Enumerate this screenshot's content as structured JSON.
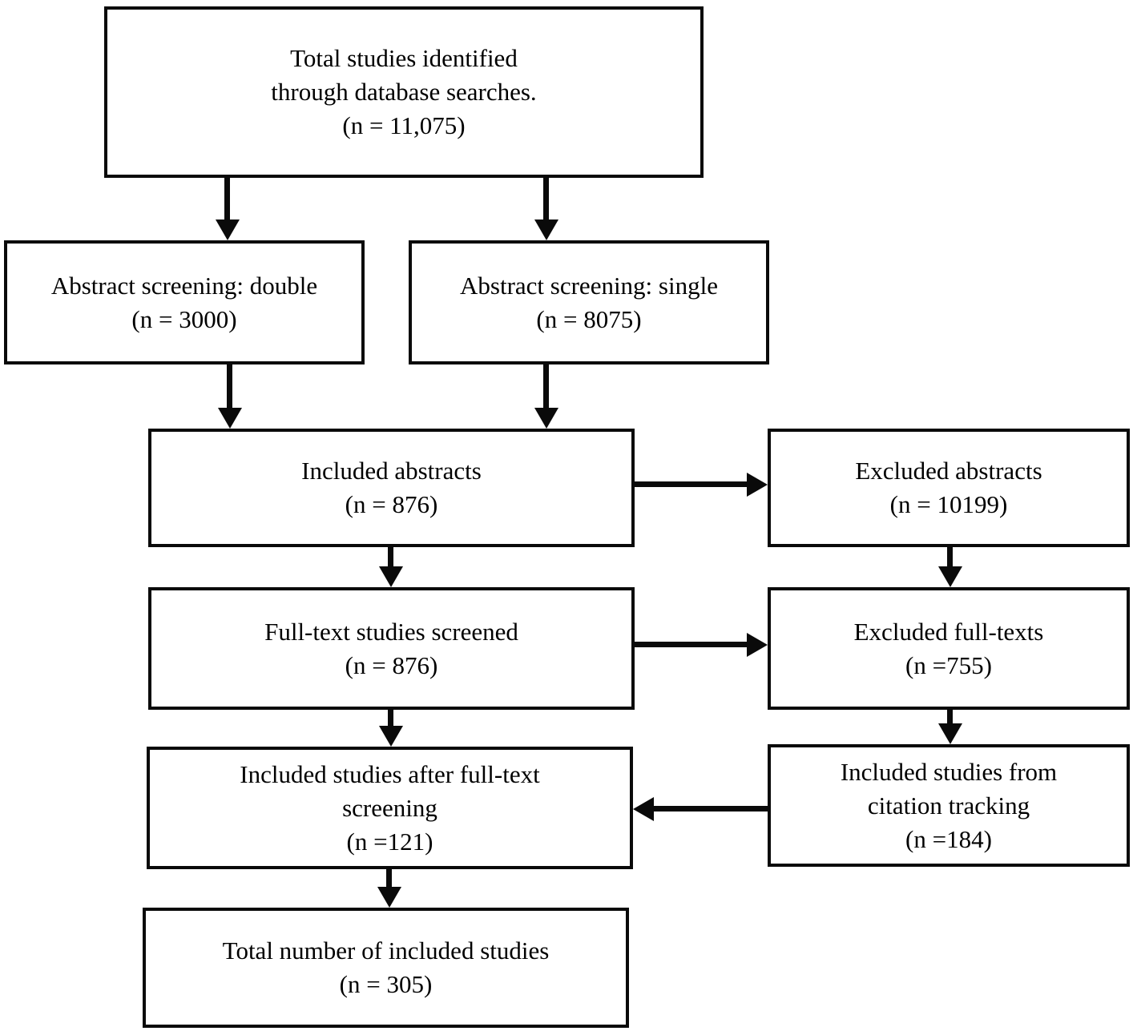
{
  "diagram": {
    "type": "flowchart",
    "style": {
      "box_border_color": "#0a0a0a",
      "box_fill_color": "#ffffff",
      "arrow_color": "#0a0a0a",
      "text_color": "#000000"
    },
    "nodes": {
      "total_identified": {
        "lines": [
          "Total studies identified",
          "through database searches.",
          "(n = 11,075)"
        ]
      },
      "abstract_screening_double": {
        "lines": [
          "Abstract screening: double",
          "(n = 3000)"
        ]
      },
      "abstract_screening_single": {
        "lines": [
          "Abstract screening: single",
          "(n = 8075)"
        ]
      },
      "included_abstracts": {
        "lines": [
          "Included abstracts",
          "(n = 876)"
        ]
      },
      "excluded_abstracts": {
        "lines": [
          "Excluded abstracts",
          "(n = 10199)"
        ]
      },
      "fulltext_screened": {
        "lines": [
          "Full-text studies screened",
          "(n = 876)"
        ]
      },
      "excluded_fulltexts": {
        "lines": [
          "Excluded full-texts",
          "(n =755)"
        ]
      },
      "included_after_fulltext": {
        "lines": [
          "Included studies after full-text",
          "screening",
          "(n =121)"
        ]
      },
      "included_citation_tracking": {
        "lines": [
          "Included studies from",
          "citation tracking",
          "(n =184)"
        ]
      },
      "total_included": {
        "lines": [
          "Total number of included studies",
          "(n = 305)"
        ]
      }
    },
    "edges": [
      {
        "from": "total_identified",
        "to": "abstract_screening_double",
        "direction": "down"
      },
      {
        "from": "total_identified",
        "to": "abstract_screening_single",
        "direction": "down"
      },
      {
        "from": "abstract_screening_double",
        "to": "included_abstracts",
        "direction": "down"
      },
      {
        "from": "abstract_screening_single",
        "to": "included_abstracts",
        "direction": "down"
      },
      {
        "from": "included_abstracts",
        "to": "excluded_abstracts",
        "direction": "right"
      },
      {
        "from": "included_abstracts",
        "to": "fulltext_screened",
        "direction": "down"
      },
      {
        "from": "excluded_abstracts",
        "to": "excluded_fulltexts",
        "direction": "down"
      },
      {
        "from": "fulltext_screened",
        "to": "excluded_fulltexts",
        "direction": "right"
      },
      {
        "from": "fulltext_screened",
        "to": "included_after_fulltext",
        "direction": "down"
      },
      {
        "from": "excluded_fulltexts",
        "to": "included_citation_tracking",
        "direction": "down"
      },
      {
        "from": "included_citation_tracking",
        "to": "included_after_fulltext",
        "direction": "left"
      },
      {
        "from": "included_after_fulltext",
        "to": "total_included",
        "direction": "down"
      }
    ]
  }
}
